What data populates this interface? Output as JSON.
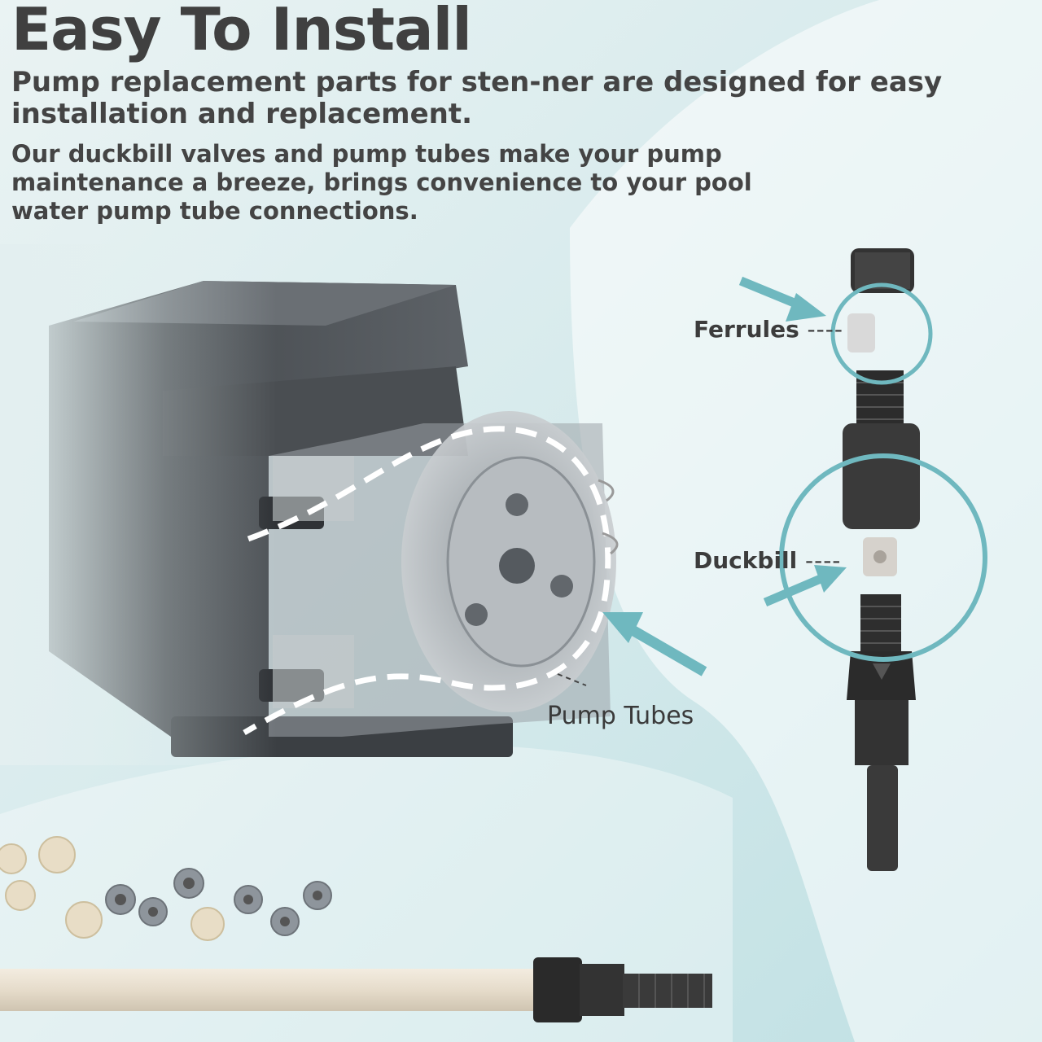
{
  "headline": "Easy To Install",
  "subheading": "Pump replacement parts for sten-ner are designed for easy installation and replacement.",
  "body_text": "Our duckbill valves and pump tubes make your pump maintenance a breeze, brings convenience to your pool water pump tube connections.",
  "callouts": {
    "ferrules": "Ferrules",
    "duckbill": "Duckbill",
    "pump_tubes": "Pump Tubes",
    "leader": "----"
  },
  "colors": {
    "accent_teal": "#6fb8bf",
    "text": "#3d3d3d",
    "pump_body": "#5a5e63"
  },
  "icons": [
    "arrow-icon",
    "highlight-circle-icon"
  ]
}
